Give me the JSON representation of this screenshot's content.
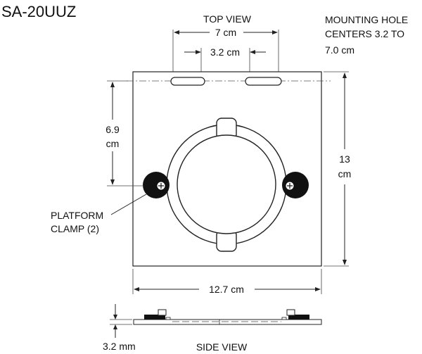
{
  "model": "SA-20UUZ",
  "top_view_label": "TOP VIEW",
  "side_view_label": "SIDE VIEW",
  "mounting_note": [
    "MOUNTING HOLE",
    "CENTERS 3.2 TO",
    "7.0 cm"
  ],
  "dimensions": {
    "hole_span_outer": "7 cm",
    "hole_span_inner": "3.2 cm",
    "offset_vertical": [
      "6.9",
      "cm"
    ],
    "height": [
      "13",
      "cm"
    ],
    "width": "12.7 cm",
    "thickness": "3.2 mm"
  },
  "clamp_label": [
    "PLATFORM",
    "CLAMP (2)"
  ],
  "colors": {
    "ink": "#222222",
    "clamp_fill": "#111111"
  }
}
